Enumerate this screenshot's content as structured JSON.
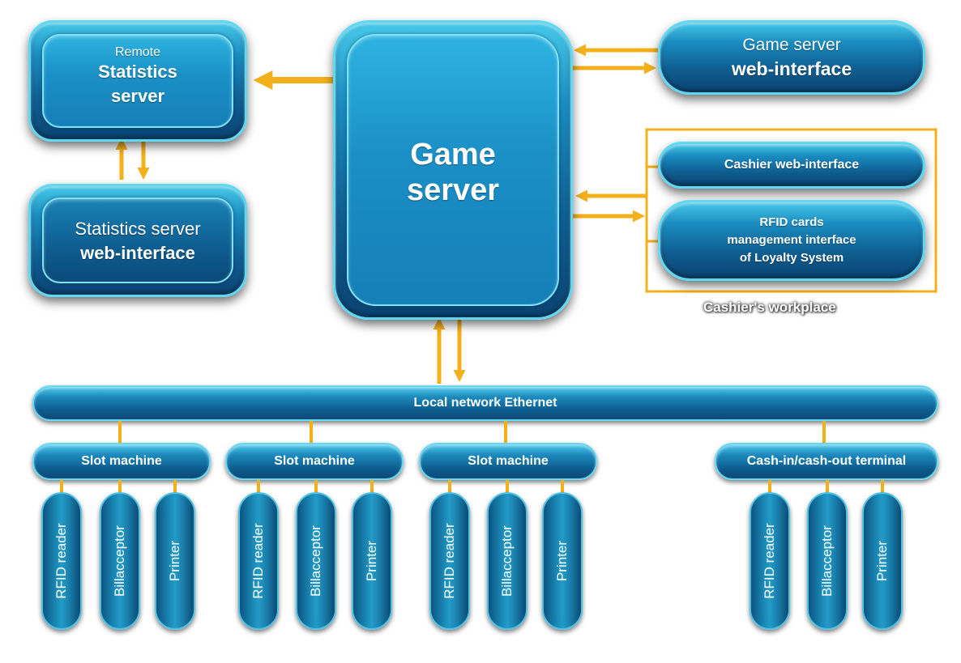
{
  "colors": {
    "connector": "#f4b01a",
    "box_dark": "#0a4473",
    "box_light": "#46c8e8"
  },
  "remote_stats": {
    "line1": "Remote",
    "line2": "Statistics",
    "line3": "server"
  },
  "stats_web": {
    "line1": "Statistics server",
    "line2": "web-interface"
  },
  "game_server": {
    "line1": "Game",
    "line2": "server"
  },
  "game_web": {
    "line1": "Game server",
    "line2": "web-interface"
  },
  "cashier_web": {
    "label": "Cashier web-interface"
  },
  "rfid_mgmt": {
    "line1": "RFID cards",
    "line2": "management interface",
    "line3": "of Loyalty System"
  },
  "cashier_workplace": {
    "label": "Cashier's workplace"
  },
  "network": {
    "label": "Local network Ethernet"
  },
  "machines": [
    {
      "label": "Slot machine",
      "devices": [
        "RFID reader",
        "Billacceptor",
        "Printer"
      ]
    },
    {
      "label": "Slot machine",
      "devices": [
        "RFID reader",
        "Billacceptor",
        "Printer"
      ]
    },
    {
      "label": "Slot machine",
      "devices": [
        "RFID reader",
        "Billacceptor",
        "Printer"
      ]
    },
    {
      "label": "Cash-in/cash-out terminal",
      "devices": [
        "RFID reader",
        "Billacceptor",
        "Printer"
      ]
    }
  ]
}
